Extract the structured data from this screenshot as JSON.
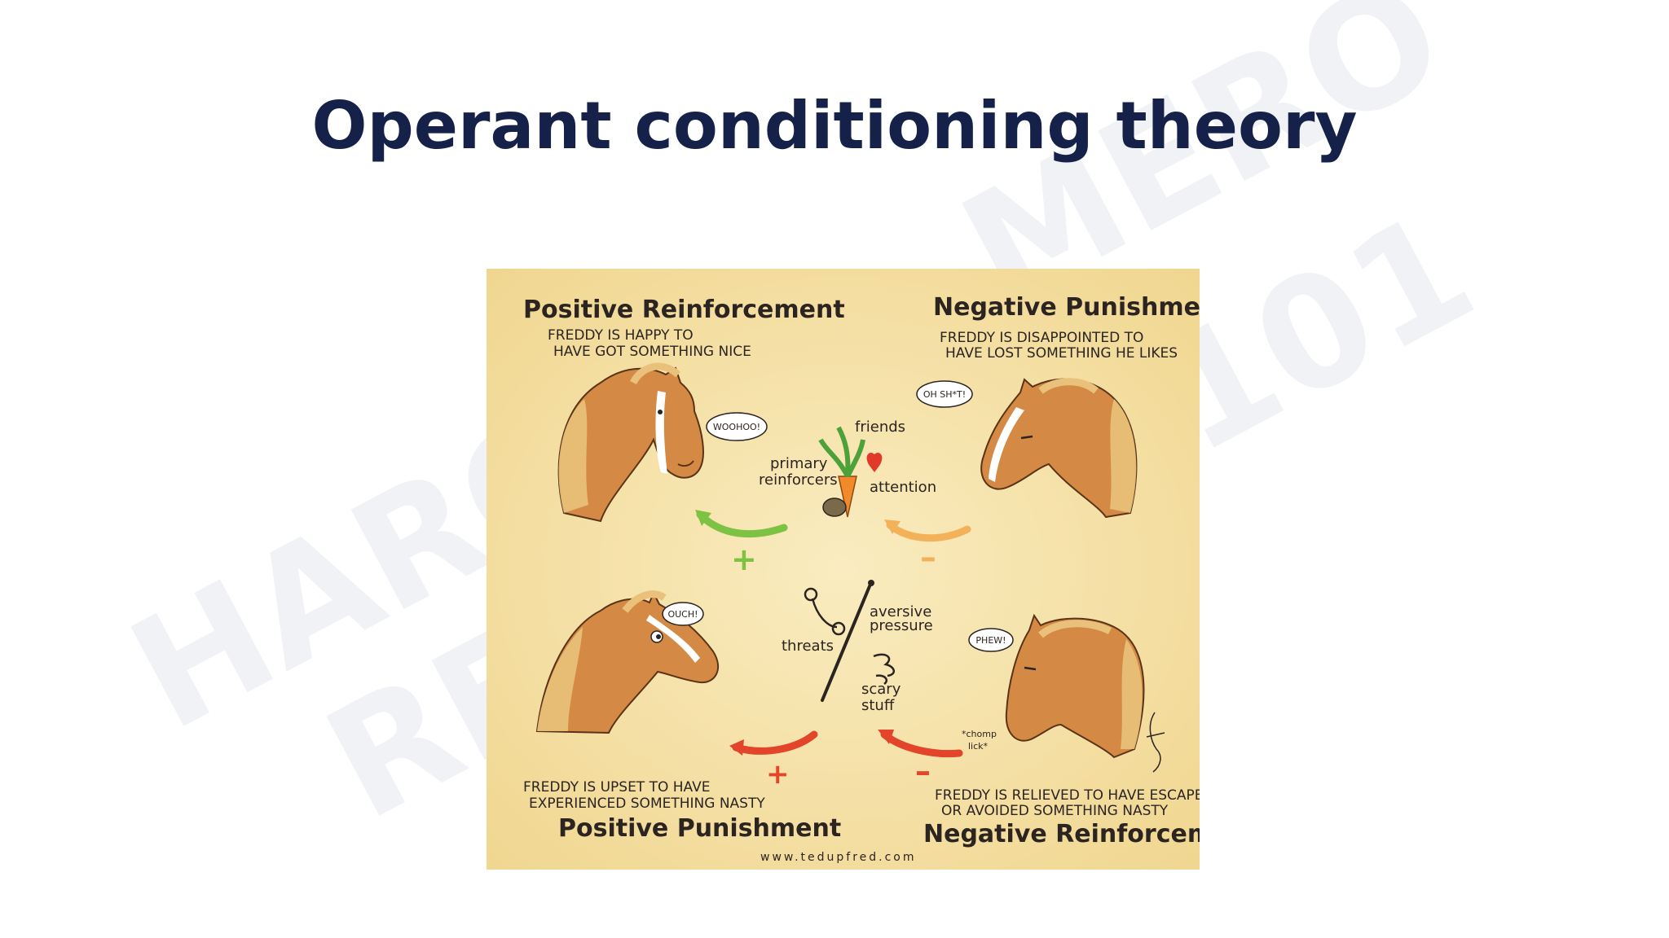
{
  "slide": {
    "title": "Operant conditioning theory"
  },
  "watermark": {
    "line1": "HARO",
    "line2": "RE",
    "line3": "MERO",
    "line4": "101"
  },
  "illustration": {
    "background_color": "#f6e3a6",
    "quadrants": {
      "top_left": {
        "heading": "Positive Reinforcement",
        "description_line1": "FREDDY IS HAPPY TO",
        "description_line2": "HAVE GOT SOMETHING NICE",
        "bubble": "WOOHOO!",
        "sign": "+",
        "arrow_color": "#7dc243"
      },
      "top_right": {
        "heading": "Negative Punishment",
        "description_line1": "FREDDY IS DISAPPOINTED TO",
        "description_line2": "HAVE LOST SOMETHING HE LIKES",
        "bubble": "OH SH*T!",
        "sign": "–",
        "arrow_color": "#f3b25a"
      },
      "bottom_left": {
        "heading": "Positive Punishment",
        "description_line1": "FREDDY IS UPSET TO HAVE",
        "description_line2": "EXPERIENCED SOMETHING NASTY",
        "bubble": "OUCH!",
        "sign": "+",
        "arrow_color": "#e2452a"
      },
      "bottom_right": {
        "heading": "Negative Reinforcement",
        "description_line1": "FREDDY IS RELIEVED TO HAVE ESCAPED",
        "description_line2": "OR AVOIDED SOMETHING NASTY",
        "bubble": "PHEW!",
        "sign": "–",
        "arrow_color": "#e2452a",
        "chew_note_line1": "*chomp",
        "chew_note_line2": "lick*"
      }
    },
    "center_top": {
      "friends": "friends",
      "primary_line1": "primary",
      "primary_line2": "reinforcers",
      "attention": "attention"
    },
    "center_bottom": {
      "aversive_line1": "aversive",
      "aversive_line2": "pressure",
      "threats": "threats",
      "scary_line1": "scary",
      "scary_line2": "stuff"
    },
    "credit": "www.tedupfred.com"
  }
}
